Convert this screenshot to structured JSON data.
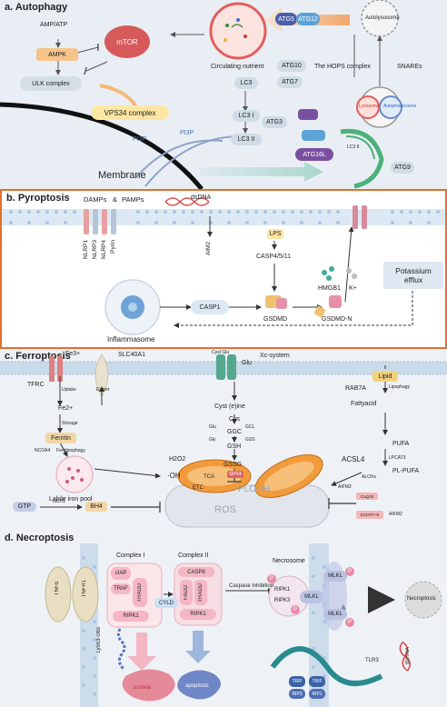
{
  "a": {
    "title": "a. Autophagy",
    "amp_atp": "AMP/ATP",
    "ampk": "AMPK",
    "mtor": "mTOR",
    "ulk": "ULK complex",
    "vps34": "VPS34 complex",
    "circ_nutrient": "Circulating nutrient",
    "pi3p_1": "PI3P",
    "pi3p_2": "PI3P",
    "membrane": "Membrane",
    "atg5": "ATG5",
    "atg12": "ATG12",
    "atg10": "ATG10",
    "atg7": "ATG7",
    "atg3": "ATG3",
    "atg16l": "ATG16L",
    "atg9": "ATG9",
    "lc3": "LC3",
    "lc3_i": "LC3 I",
    "lc3_ii": "LC3 II",
    "lc3_ii_b": "LC3 II",
    "hops": "The HOPS complex",
    "snares": "SNAREs",
    "autolysosome": "Autolysosome",
    "lysosome": "Lysosome",
    "autophagosome": "Autophagosome"
  },
  "b": {
    "title": "b. Pyroptosis",
    "damps": "DAMPs",
    "amp": "&",
    "pamps": "PAMPs",
    "dsdna": "dsDNA",
    "receptors": [
      "NLRP1",
      "NLRP3",
      "NLRP4",
      "Pyrin"
    ],
    "aim2": "AIM2",
    "lps": "LPS",
    "casp4511": "CASP4/5/11",
    "casp1": "CASP1",
    "gsdmd": "GSDMD",
    "gsdmd_n": "GSDMD-N",
    "hmgb1": "HMGB1",
    "kplus": "K+",
    "potassium": "Potassium efflux",
    "inflammasome": "Inflammasome"
  },
  "c": {
    "title": "c. Ferroptosis",
    "fe3": "Fe3+",
    "slc40a1": "SLC40A1",
    "tfrc": "TFRC",
    "uptake": "Uptake",
    "export": "Export",
    "fe2": "Fe2+",
    "storage": "Storage",
    "ferritin": "Ferritin",
    "ncoa4": "NCOA4",
    "ferritinophagy": "Ferritinophagy",
    "labile": "Labile iron pool",
    "h2o2": "H2O2",
    "oh": "·OH",
    "cyst_glu": "Cyst Glu",
    "glu": "Glu",
    "xc": "Xc-system",
    "cystine": "Cyst (e)ine",
    "cys": "Cys",
    "glu2": "Glu",
    "gcl": "GCL",
    "ggc": "GGC",
    "gly": "Gly",
    "gss": "GSS",
    "gsh": "GSH",
    "gssg": "GSSG",
    "gpx4": "GPX4",
    "plooh": "PLOOH",
    "tca": "TCA",
    "etc": "ETC",
    "ros": "ROS",
    "gtp": "GTP",
    "gch1": "GCH1",
    "bh4": "BH4",
    "lipid": "Lipid",
    "rab7a": "RAB7A",
    "lipophagy": "Lipophagy",
    "fattyacid": "Fattyacid",
    "pufa": "PUFA",
    "acsl4": "ACSL4",
    "lpcat3": "LPCAT3",
    "pl_pufa": "PL-PUFA",
    "alox": "ALOXs",
    "aifm2": "AIFM2",
    "cohop": "CoQ10",
    "escrt": "ESCRT-III",
    "aifm2_b": "AIFM2"
  },
  "d": {
    "title": "d. Necroptosis",
    "tnfa": "TNFα",
    "tnfr1": "TNFR1",
    "complex1": "Complex I",
    "ciap": "cIAP",
    "tradd": "TRADD",
    "traf": "TRAF",
    "ripk1": "RIPK1",
    "lys63": "Lys63-Ubs",
    "survival": "survival",
    "cyld": "CYLD",
    "complex2": "Complex II",
    "casp8": "CASP8",
    "fadd": "FADD",
    "tradd2": "TRADD",
    "ripk1_2": "RIPK1",
    "apoptosis": "apoptosis",
    "caspase_inh": "Caspase inhibition",
    "necrosome": "Necrosome",
    "ripk1_3": "RIPK1",
    "ripk3": "RIPK3",
    "mlkl": "MLKL",
    "mlkl_a": "MLKL",
    "mlkl_b": "MLKL",
    "necroptosis": "Necroptosis",
    "tlr3": "TLR3",
    "dsrna": "dsRNA",
    "trif": "TRIF",
    "rip1": "RIP1",
    "rip3": "RIP3",
    "p": "P"
  },
  "colors": {
    "pyro_border": "#e0712a",
    "ampk": "#f6c48a",
    "casp1": "#dce8f3",
    "potassium": "#dfe8f2",
    "mlkl": "#b9c2e2",
    "necrosome_p": "#ea8aa8"
  }
}
